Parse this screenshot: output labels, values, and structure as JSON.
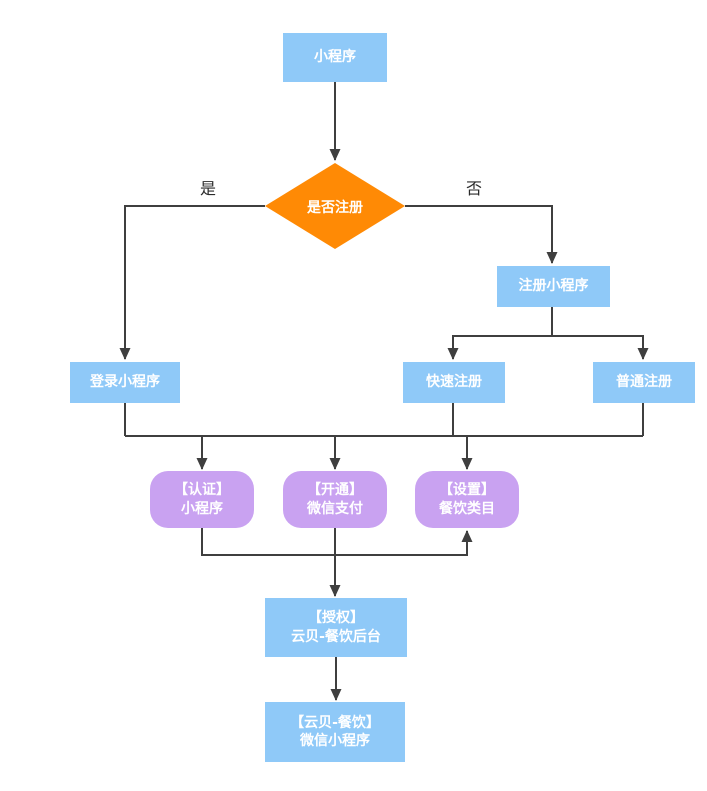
{
  "diagram": {
    "type": "flowchart",
    "edge_labels": {
      "yes": "是",
      "no": "否"
    },
    "nodes": {
      "start": {
        "label": "小程序"
      },
      "decision": {
        "label": "是否注册"
      },
      "login": {
        "label": "登录小程序"
      },
      "register": {
        "label": "注册小程序"
      },
      "quick": {
        "label": "快速注册"
      },
      "normal": {
        "label": "普通注册"
      },
      "certify": {
        "line1": "【认证】",
        "line2": "小程序"
      },
      "pay": {
        "line1": "【开通】",
        "line2": "微信支付"
      },
      "category": {
        "line1": "【设置】",
        "line2": "餐饮类目"
      },
      "authorize": {
        "line1": "【授权】",
        "line2": "云贝-餐饮后台"
      },
      "final": {
        "line1": "【云贝-餐饮】",
        "line2": "微信小程序"
      }
    },
    "colors": {
      "process_fill": "#8fc9f8",
      "decision_fill": "#ff8a05",
      "action_fill": "#c9a2f1",
      "connector": "#3f3f3f",
      "node_text": "#ffffff",
      "edge_label_text": "#2b2b2b",
      "background": "#ffffff"
    }
  }
}
